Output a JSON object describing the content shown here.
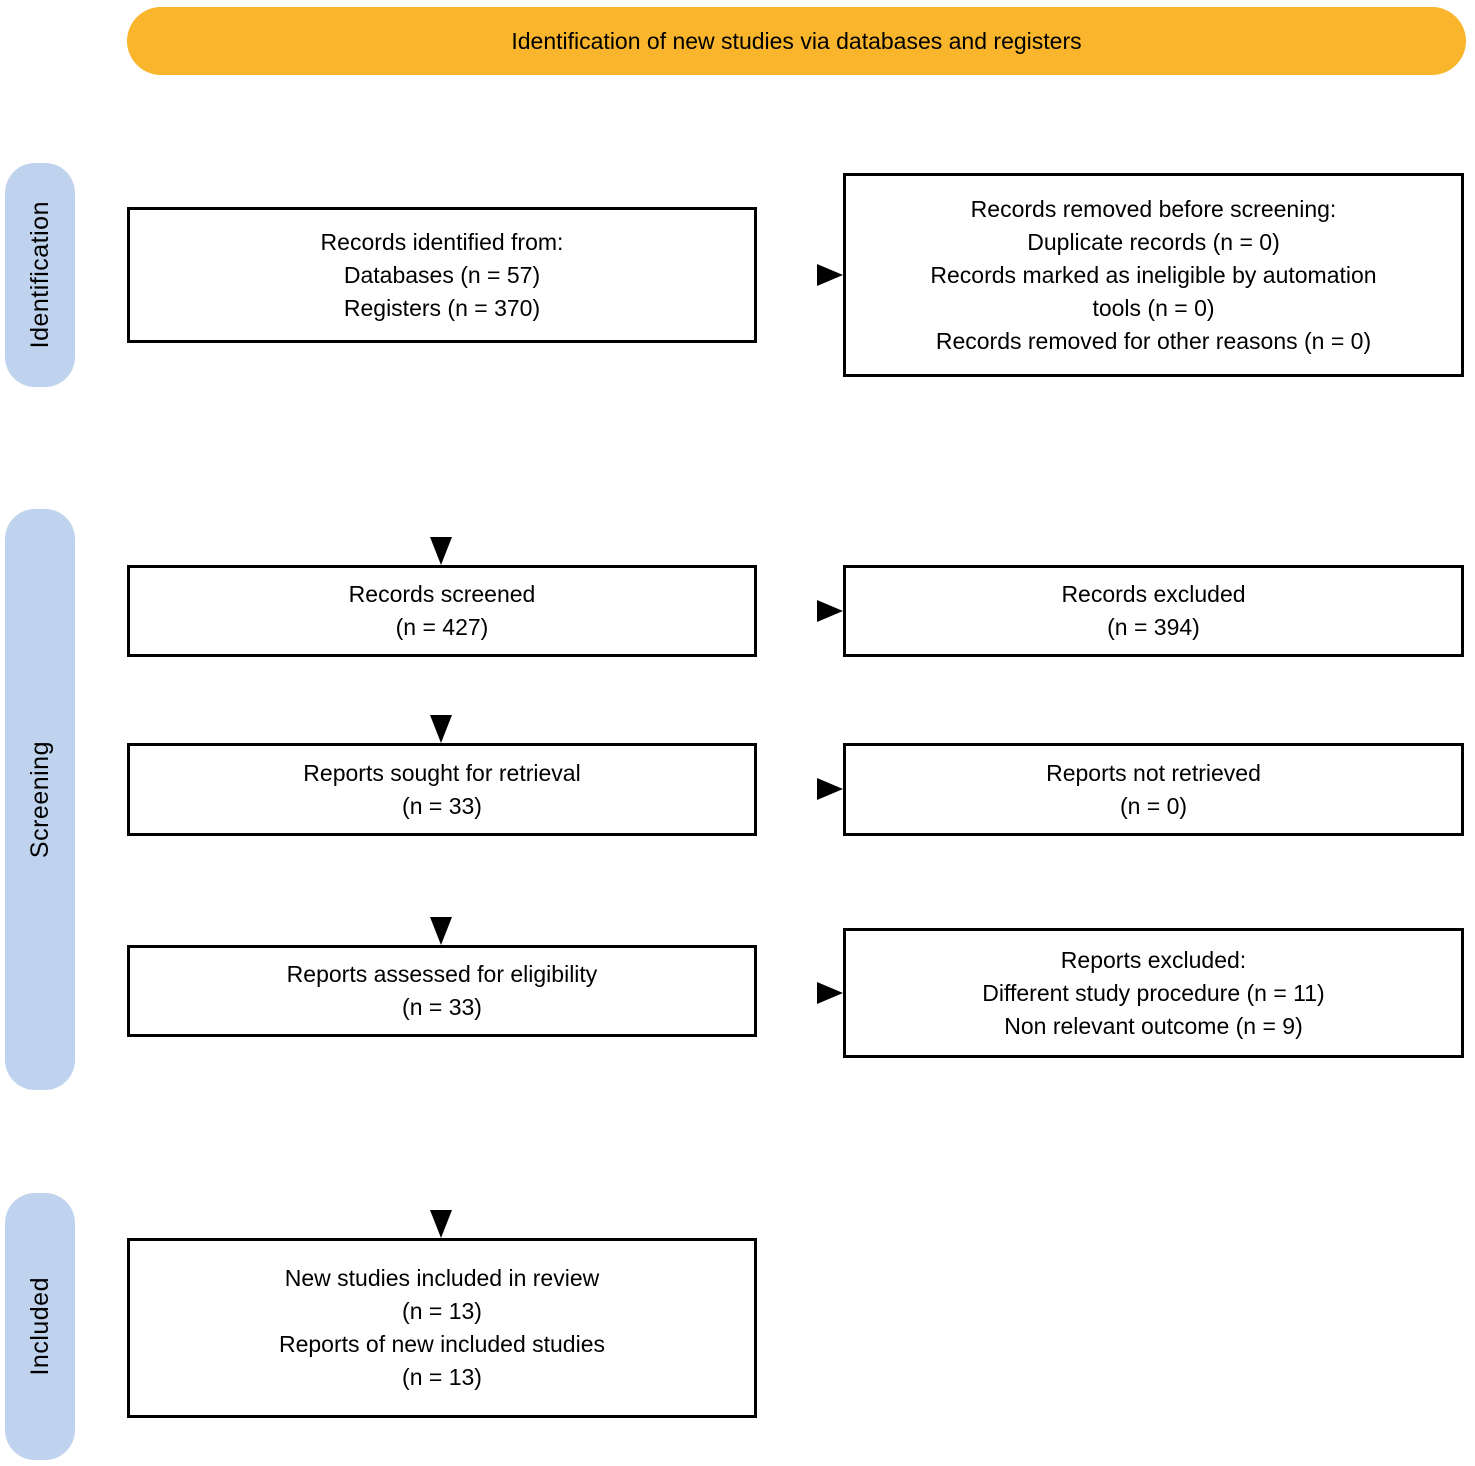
{
  "banner": {
    "label": "Identification of new studies via databases and registers"
  },
  "stages": {
    "identification": "Identification",
    "screening": "Screening",
    "included": "Included"
  },
  "colors": {
    "banner_bg": "#F9B52B",
    "stage_bg": "#BFD3EE",
    "box_border": "#000000",
    "box_bg": "#FFFFFF",
    "arrow": "#000000",
    "text": "#000000"
  },
  "icons": {
    "down_arrow": "▼",
    "right_arrow": "►"
  },
  "boxes": {
    "records_identified": {
      "lines": [
        "Records identified from:",
        "Databases (n = 57)",
        "Registers (n = 370)"
      ]
    },
    "records_removed": {
      "lines": [
        "Records removed before screening:",
        "Duplicate records (n = 0)",
        "Records marked as ineligible by automation",
        "tools (n = 0)",
        "Records removed for other reasons (n = 0)"
      ]
    },
    "records_screened": {
      "lines": [
        "Records screened",
        "(n = 427)"
      ]
    },
    "records_excluded": {
      "lines": [
        "Records excluded",
        "(n = 394)"
      ]
    },
    "reports_sought": {
      "lines": [
        "Reports sought for retrieval",
        "(n = 33)"
      ]
    },
    "reports_not_retrieved": {
      "lines": [
        "Reports not retrieved",
        "(n = 0)"
      ]
    },
    "reports_assessed": {
      "lines": [
        "Reports assessed for eligibility",
        "(n = 33)"
      ]
    },
    "reports_excluded": {
      "lines": [
        "Reports excluded:",
        "Different study procedure (n = 11)",
        "Non relevant outcome (n = 9)"
      ]
    },
    "new_studies": {
      "lines": [
        "New studies included in review",
        "(n = 13)",
        "Reports of new included studies",
        "(n = 13)"
      ]
    }
  }
}
